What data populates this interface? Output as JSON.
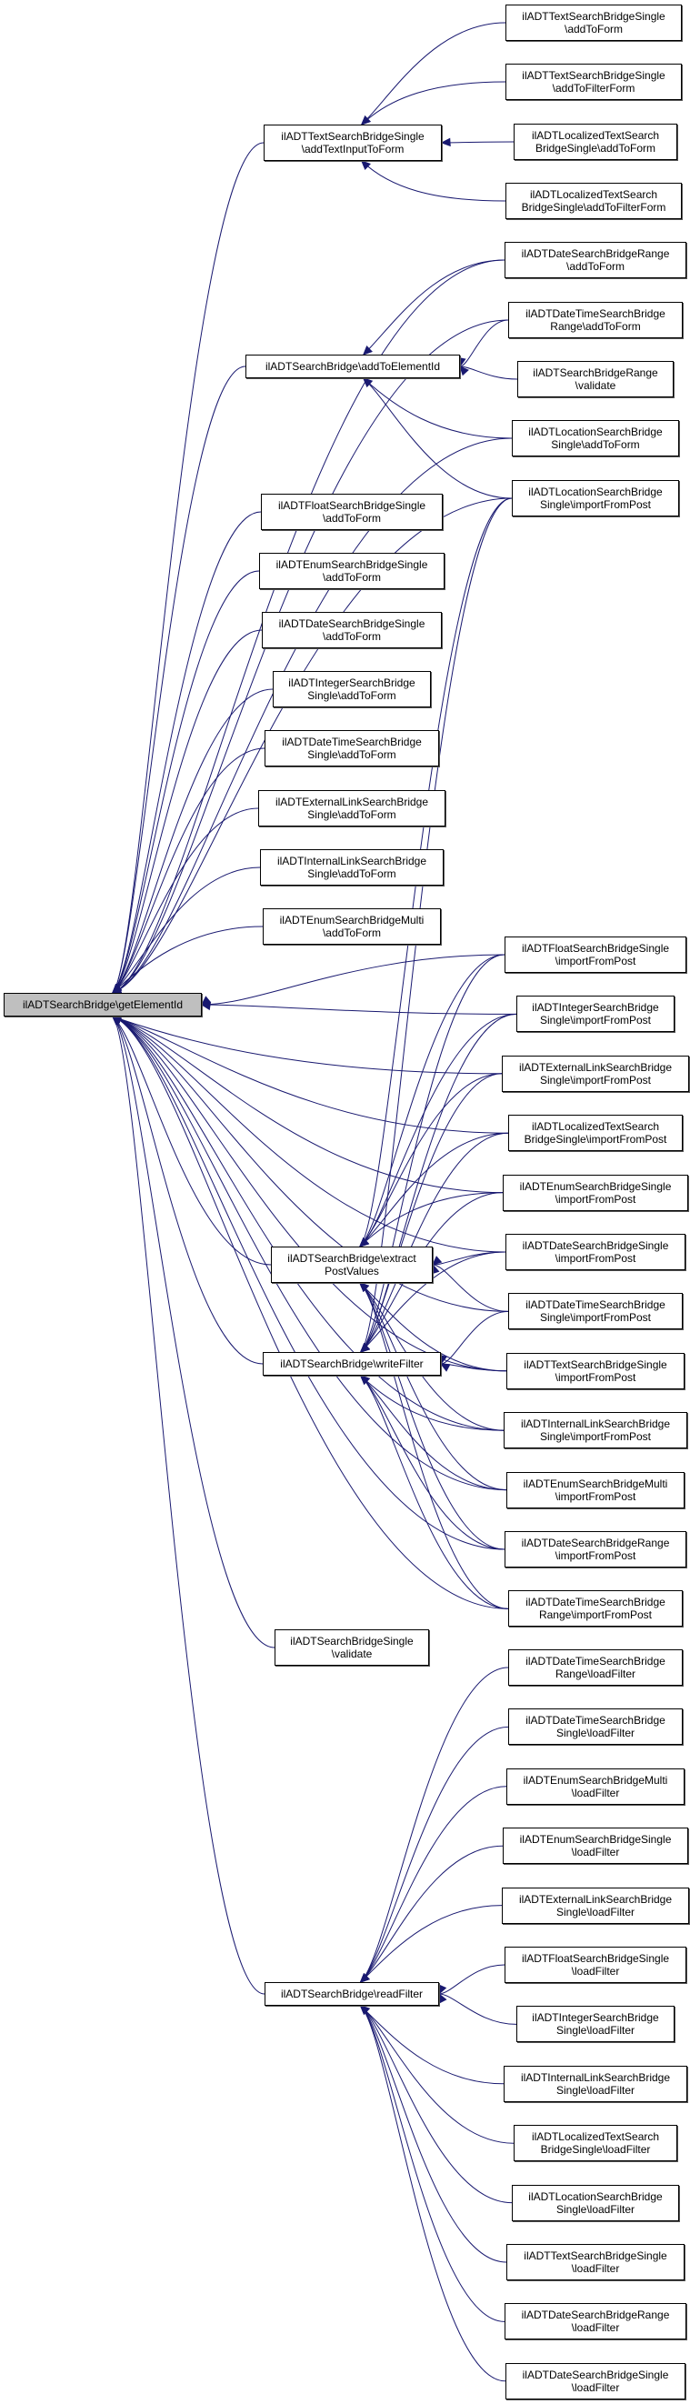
{
  "diagram": {
    "type": "caller-graph",
    "root": {
      "id": "root",
      "label": "ilADTSearchBridge\\getElementId"
    },
    "nodes": [
      {
        "id": "textAddTextInput",
        "label": "ilADTTextSearchBridgeSingle\n\\addTextInputToForm"
      },
      {
        "id": "addToElementId",
        "label": "ilADTSearchBridge\\addToElementId"
      },
      {
        "id": "floatAddToForm",
        "label": "ilADTFloatSearchBridgeSingle\n\\addToForm"
      },
      {
        "id": "enumAddToForm",
        "label": "ilADTEnumSearchBridgeSingle\n\\addToForm"
      },
      {
        "id": "dateAddToForm",
        "label": "ilADTDateSearchBridgeSingle\n\\addToForm"
      },
      {
        "id": "intAddToForm",
        "label": "ilADTIntegerSearchBridge\nSingle\\addToForm"
      },
      {
        "id": "dtAddToForm",
        "label": "ilADTDateTimeSearchBridge\nSingle\\addToForm"
      },
      {
        "id": "extAddToForm",
        "label": "ilADTExternalLinkSearchBridge\nSingle\\addToForm"
      },
      {
        "id": "intlAddToForm",
        "label": "ilADTInternalLinkSearchBridge\nSingle\\addToForm"
      },
      {
        "id": "enumMultiAddToForm",
        "label": "ilADTEnumSearchBridgeMulti\n\\addToForm"
      },
      {
        "id": "extractPostValues",
        "label": "ilADTSearchBridge\\extract\nPostValues"
      },
      {
        "id": "writeFilter",
        "label": "ilADTSearchBridge\\writeFilter"
      },
      {
        "id": "singleValidate",
        "label": "ilADTSearchBridgeSingle\n\\validate"
      },
      {
        "id": "readFilter",
        "label": "ilADTSearchBridge\\readFilter"
      },
      {
        "id": "textAddToForm",
        "label": "ilADTTextSearchBridgeSingle\n\\addToForm"
      },
      {
        "id": "textAddToFilterForm",
        "label": "ilADTTextSearchBridgeSingle\n\\addToFilterForm"
      },
      {
        "id": "locTextAddToForm",
        "label": "ilADTLocalizedTextSearch\nBridgeSingle\\addToForm"
      },
      {
        "id": "locTextAddToFilterForm",
        "label": "ilADTLocalizedTextSearch\nBridgeSingle\\addToFilterForm"
      },
      {
        "id": "dateRangeAddToForm",
        "label": "ilADTDateSearchBridgeRange\n\\addToForm"
      },
      {
        "id": "dtRangeAddToForm",
        "label": "ilADTDateTimeSearchBridge\nRange\\addToForm"
      },
      {
        "id": "rangeValidate",
        "label": "ilADTSearchBridgeRange\n\\validate"
      },
      {
        "id": "locationAddToForm",
        "label": "ilADTLocationSearchBridge\nSingle\\addToForm"
      },
      {
        "id": "locationImport",
        "label": "ilADTLocationSearchBridge\nSingle\\importFromPost"
      },
      {
        "id": "floatImport",
        "label": "ilADTFloatSearchBridgeSingle\n\\importFromPost"
      },
      {
        "id": "intImport",
        "label": "ilADTIntegerSearchBridge\nSingle\\importFromPost"
      },
      {
        "id": "extImport",
        "label": "ilADTExternalLinkSearchBridge\nSingle\\importFromPost"
      },
      {
        "id": "locTextImport",
        "label": "ilADTLocalizedTextSearch\nBridgeSingle\\importFromPost"
      },
      {
        "id": "enumImport",
        "label": "ilADTEnumSearchBridgeSingle\n\\importFromPost"
      },
      {
        "id": "dateImport",
        "label": "ilADTDateSearchBridgeSingle\n\\importFromPost"
      },
      {
        "id": "dtImport",
        "label": "ilADTDateTimeSearchBridge\nSingle\\importFromPost"
      },
      {
        "id": "textImport",
        "label": "ilADTTextSearchBridgeSingle\n\\importFromPost"
      },
      {
        "id": "intlImport",
        "label": "ilADTInternalLinkSearchBridge\nSingle\\importFromPost"
      },
      {
        "id": "enumMultiImport",
        "label": "ilADTEnumSearchBridgeMulti\n\\importFromPost"
      },
      {
        "id": "dateRangeImport",
        "label": "ilADTDateSearchBridgeRange\n\\importFromPost"
      },
      {
        "id": "dtRangeImport",
        "label": "ilADTDateTimeSearchBridge\nRange\\importFromPost"
      },
      {
        "id": "dtRangeLoad",
        "label": "ilADTDateTimeSearchBridge\nRange\\loadFilter"
      },
      {
        "id": "dtSingleLoad",
        "label": "ilADTDateTimeSearchBridge\nSingle\\loadFilter"
      },
      {
        "id": "enumMultiLoad",
        "label": "ilADTEnumSearchBridgeMulti\n\\loadFilter"
      },
      {
        "id": "enumLoad",
        "label": "ilADTEnumSearchBridgeSingle\n\\loadFilter"
      },
      {
        "id": "extLoad",
        "label": "ilADTExternalLinkSearchBridge\nSingle\\loadFilter"
      },
      {
        "id": "floatLoad",
        "label": "ilADTFloatSearchBridgeSingle\n\\loadFilter"
      },
      {
        "id": "intLoad",
        "label": "ilADTIntegerSearchBridge\nSingle\\loadFilter"
      },
      {
        "id": "intlLoad",
        "label": "ilADTInternalLinkSearchBridge\nSingle\\loadFilter"
      },
      {
        "id": "locTextLoad",
        "label": "ilADTLocalizedTextSearch\nBridgeSingle\\loadFilter"
      },
      {
        "id": "locationLoad",
        "label": "ilADTLocationSearchBridge\nSingle\\loadFilter"
      },
      {
        "id": "textLoad",
        "label": "ilADTTextSearchBridgeSingle\n\\loadFilter"
      },
      {
        "id": "dateRangeLoad",
        "label": "ilADTDateSearchBridgeRange\n\\loadFilter"
      },
      {
        "id": "dateLoad",
        "label": "ilADTDateSearchBridgeSingle\n\\loadFilter"
      }
    ],
    "edges": [
      [
        "textAddTextInput",
        "root"
      ],
      [
        "addToElementId",
        "root"
      ],
      [
        "floatAddToForm",
        "root"
      ],
      [
        "enumAddToForm",
        "root"
      ],
      [
        "dateAddToForm",
        "root"
      ],
      [
        "intAddToForm",
        "root"
      ],
      [
        "dtAddToForm",
        "root"
      ],
      [
        "extAddToForm",
        "root"
      ],
      [
        "intlAddToForm",
        "root"
      ],
      [
        "enumMultiAddToForm",
        "root"
      ],
      [
        "extractPostValues",
        "root"
      ],
      [
        "writeFilter",
        "root"
      ],
      [
        "singleValidate",
        "root"
      ],
      [
        "readFilter",
        "root"
      ],
      [
        "dateRangeAddToForm",
        "root"
      ],
      [
        "dtRangeAddToForm",
        "root"
      ],
      [
        "locationAddToForm",
        "root"
      ],
      [
        "locationImport",
        "root"
      ],
      [
        "floatImport",
        "root"
      ],
      [
        "intImport",
        "root"
      ],
      [
        "extImport",
        "root"
      ],
      [
        "locTextImport",
        "root"
      ],
      [
        "enumImport",
        "root"
      ],
      [
        "dateImport",
        "root"
      ],
      [
        "dtImport",
        "root"
      ],
      [
        "textImport",
        "root"
      ],
      [
        "intlImport",
        "root"
      ],
      [
        "enumMultiImport",
        "root"
      ],
      [
        "dateRangeImport",
        "root"
      ],
      [
        "dtRangeImport",
        "root"
      ],
      [
        "textAddToForm",
        "textAddTextInput"
      ],
      [
        "textAddToFilterForm",
        "textAddTextInput"
      ],
      [
        "locTextAddToForm",
        "textAddTextInput"
      ],
      [
        "locTextAddToFilterForm",
        "textAddTextInput"
      ],
      [
        "dateRangeAddToForm",
        "addToElementId"
      ],
      [
        "dtRangeAddToForm",
        "addToElementId"
      ],
      [
        "rangeValidate",
        "addToElementId"
      ],
      [
        "locationAddToForm",
        "addToElementId"
      ],
      [
        "locationImport",
        "addToElementId"
      ],
      [
        "locationImport",
        "extractPostValues"
      ],
      [
        "floatImport",
        "extractPostValues"
      ],
      [
        "intImport",
        "extractPostValues"
      ],
      [
        "extImport",
        "extractPostValues"
      ],
      [
        "locTextImport",
        "extractPostValues"
      ],
      [
        "enumImport",
        "extractPostValues"
      ],
      [
        "dateImport",
        "extractPostValues"
      ],
      [
        "dtImport",
        "extractPostValues"
      ],
      [
        "textImport",
        "extractPostValues"
      ],
      [
        "intlImport",
        "extractPostValues"
      ],
      [
        "enumMultiImport",
        "extractPostValues"
      ],
      [
        "dateRangeImport",
        "extractPostValues"
      ],
      [
        "dtRangeImport",
        "extractPostValues"
      ],
      [
        "locationImport",
        "writeFilter"
      ],
      [
        "floatImport",
        "writeFilter"
      ],
      [
        "intImport",
        "writeFilter"
      ],
      [
        "extImport",
        "writeFilter"
      ],
      [
        "locTextImport",
        "writeFilter"
      ],
      [
        "enumImport",
        "writeFilter"
      ],
      [
        "dateImport",
        "writeFilter"
      ],
      [
        "dtImport",
        "writeFilter"
      ],
      [
        "textImport",
        "writeFilter"
      ],
      [
        "intlImport",
        "writeFilter"
      ],
      [
        "enumMultiImport",
        "writeFilter"
      ],
      [
        "dateRangeImport",
        "writeFilter"
      ],
      [
        "dtRangeImport",
        "writeFilter"
      ],
      [
        "dtRangeLoad",
        "readFilter"
      ],
      [
        "dtSingleLoad",
        "readFilter"
      ],
      [
        "enumMultiLoad",
        "readFilter"
      ],
      [
        "enumLoad",
        "readFilter"
      ],
      [
        "extLoad",
        "readFilter"
      ],
      [
        "floatLoad",
        "readFilter"
      ],
      [
        "intLoad",
        "readFilter"
      ],
      [
        "intlLoad",
        "readFilter"
      ],
      [
        "locTextLoad",
        "readFilter"
      ],
      [
        "locationLoad",
        "readFilter"
      ],
      [
        "textLoad",
        "readFilter"
      ],
      [
        "dateRangeLoad",
        "readFilter"
      ],
      [
        "dateLoad",
        "readFilter"
      ]
    ],
    "colors": {
      "edge": "#191970",
      "root_fill": "#bfbfbf",
      "node_fill": "#ffffff",
      "border": "#000000"
    }
  }
}
